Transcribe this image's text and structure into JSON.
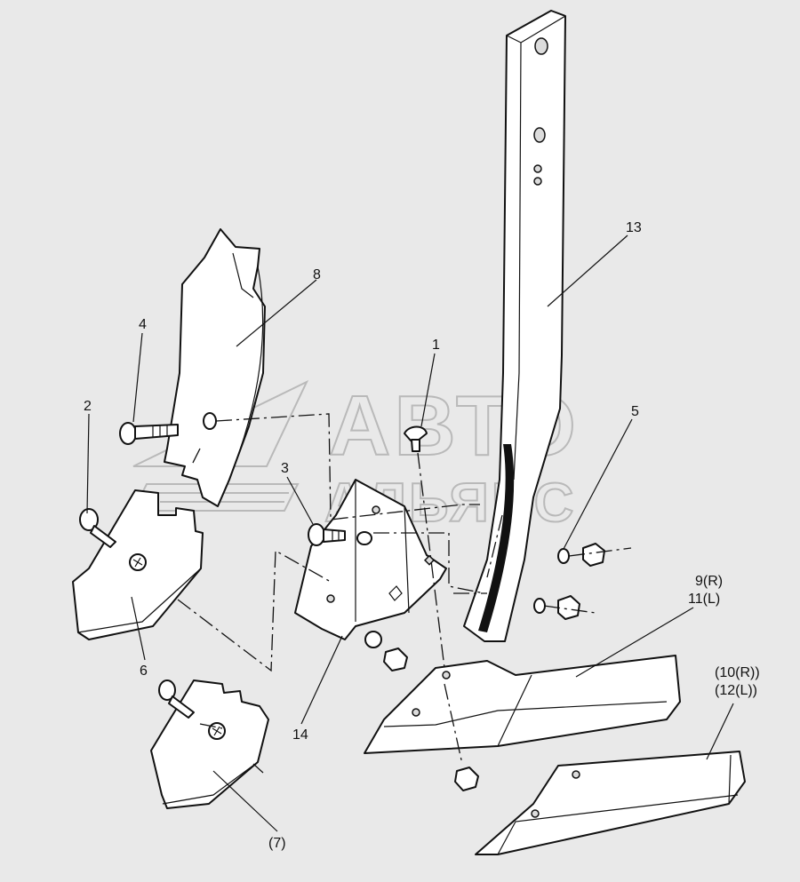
{
  "watermark": {
    "line1": "АВТО",
    "line2": "АЛЬЯНС"
  },
  "labels": {
    "l1": "1",
    "l2": "2",
    "l3": "3",
    "l4": "4",
    "l5": "5",
    "l6": "6",
    "l7": "(7)",
    "l8": "8",
    "l9": "9(R)",
    "l11": "11(L)",
    "l10": "(10(R))",
    "l12": "(12(L))",
    "l13": "13",
    "l14": "14"
  }
}
